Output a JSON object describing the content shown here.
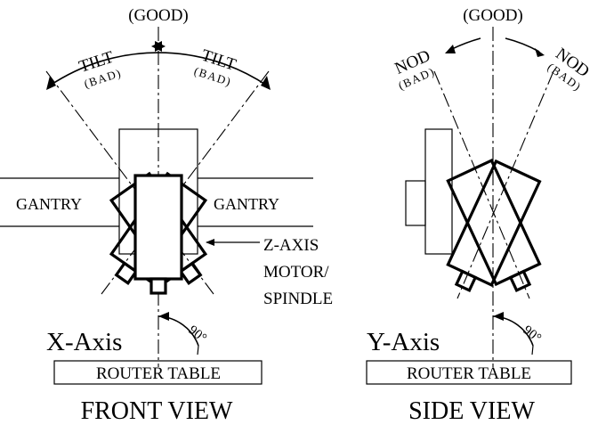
{
  "front": {
    "good": "(GOOD)",
    "tilt_left": "TILT",
    "tilt_left_bad": "(BAD)",
    "tilt_right": "TILT",
    "tilt_right_bad": "(BAD)",
    "gantry_left": "GANTRY",
    "gantry_right": "GANTRY",
    "zaxis_line1": "Z-AXIS",
    "zaxis_line2": "MOTOR/",
    "zaxis_line3": "SPINDLE",
    "angle": "90°",
    "axis_label": "X-Axis",
    "table": "ROUTER TABLE",
    "view_title": "FRONT VIEW"
  },
  "side": {
    "good": "(GOOD)",
    "nod_left": "NOD",
    "nod_left_bad": "(BAD)",
    "nod_right": "NOD",
    "nod_right_bad": "(BAD)",
    "angle": "90°",
    "axis_label": "Y-Axis",
    "table": "ROUTER TABLE",
    "view_title": "SIDE VIEW"
  }
}
